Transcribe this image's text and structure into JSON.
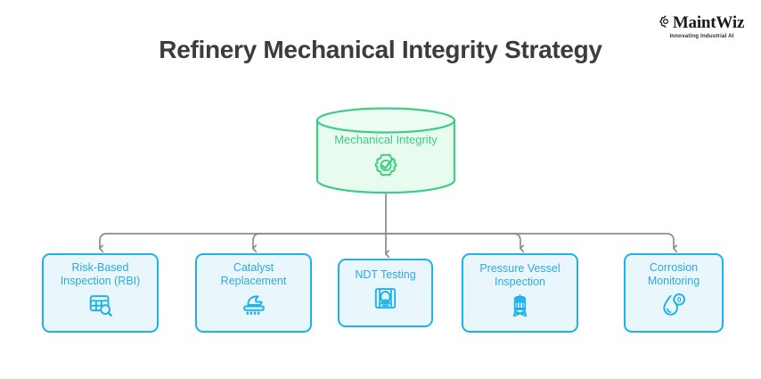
{
  "page": {
    "title": "Refinery Mechanical Integrity Strategy",
    "background_color": "#ffffff",
    "title_color": "#3c3c3c"
  },
  "logo": {
    "name": "MaintWiz",
    "tagline": "Innovating Industrial AI",
    "icon": "gear-icon"
  },
  "colors": {
    "root_accent": "#3fcc84",
    "root_fill": "#e8fbef",
    "leaf_accent": "#1eb2ea",
    "leaf_text": "#2fa8dd",
    "leaf_fill": "#e9f7fd",
    "connector": "#8c8c8c"
  },
  "diagram": {
    "type": "hierarchy",
    "root": {
      "label": "Mechanical Integrity",
      "shape": "cylinder",
      "icon": "gear-check-icon"
    },
    "children": [
      {
        "label": "Risk-Based\nInspection (RBI)",
        "icon": "table-search-icon"
      },
      {
        "label": "Catalyst\nReplacement",
        "icon": "catalyst-bed-icon"
      },
      {
        "label": "NDT Testing",
        "icon": "ct-scanner-icon"
      },
      {
        "label": "Pressure Vessel\nInspection",
        "icon": "water-tower-icon"
      },
      {
        "label": "Corrosion\nMonitoring",
        "icon": "droplet-gauge-icon"
      }
    ]
  }
}
